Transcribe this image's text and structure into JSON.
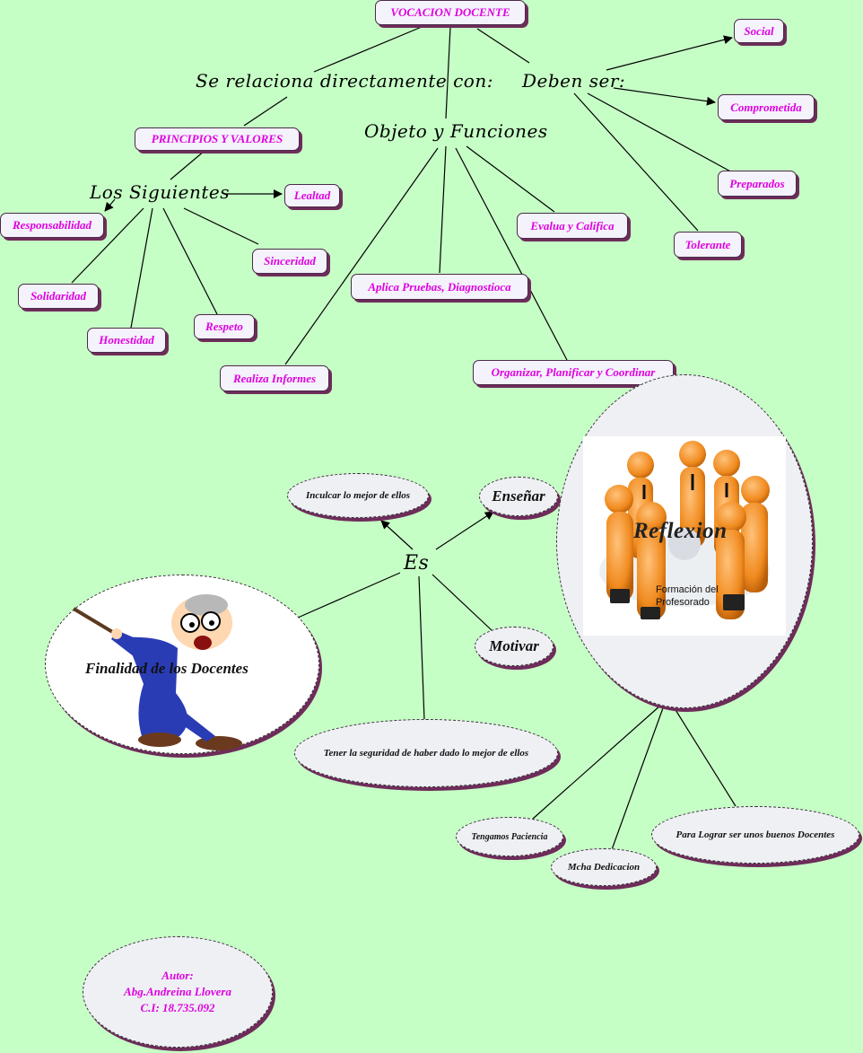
{
  "title": "VOCACION DOCENTE",
  "branches": {
    "relates": "Se relaciona directamente con:",
    "object": "Objeto y Funciones",
    "must": "Deben ser:"
  },
  "principles": {
    "title": "PRINCIPIOS Y VALORES",
    "following": "Los Siguientes",
    "items": [
      "Lealtad",
      "Responsabilidad",
      "Sinceridad",
      "Solidaridad",
      "Respeto",
      "Honestidad"
    ]
  },
  "functions": [
    "Evalua y Califica",
    "Aplica Pruebas, Diagnostioca",
    "Realiza Informes",
    "Organizar, Planificar y Coordinar"
  ],
  "qualities": [
    "Social",
    "Comprometida",
    "Preparados",
    "Tolerante"
  ],
  "purpose": {
    "is": "Es",
    "title": "Finalidad de los Docentes",
    "items": [
      "Inculcar lo mejor de ellos",
      "Enseñar",
      "Motivar",
      "Tener la seguridad de haber dado lo mejor de ellos"
    ]
  },
  "reflection": {
    "title": "Reflexion",
    "caption_line1": "Formación del",
    "caption_line2": "Profesorado",
    "items": [
      "Tengamos Paciencia",
      "Mcha Dedicacion",
      "Para Lograr ser unos buenos Docentes"
    ]
  },
  "author": {
    "line1": "Autor:",
    "line2": "Abg.Andreina Llovera",
    "line3": "C.I: 18.735.092"
  },
  "colors": {
    "background": "#c6ffc6",
    "box_text": "#e000e0",
    "shadow": "#6e2c5a"
  }
}
